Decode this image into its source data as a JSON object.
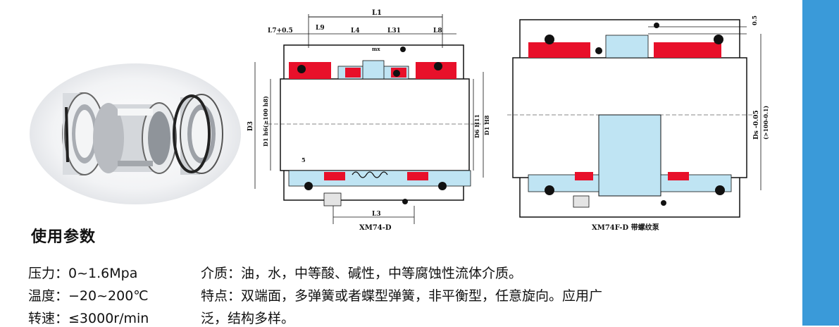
{
  "drawing_left": {
    "caption": "XM74-D",
    "dims": {
      "l1": "L1",
      "l7": "L7+0.5",
      "l9": "L9",
      "l4": "L4",
      "l31": "L31",
      "l8": "L8",
      "l3": "L3",
      "s5": "5",
      "mx": "mx",
      "d3": "D3",
      "d1h6": "D1 h6(≥100 h8)",
      "d6h11": "D6 H11",
      "d1h8": "D1 H8"
    }
  },
  "drawing_right": {
    "caption": "XM74F-D 带螺纹泵",
    "dims": {
      "tol05": "0.5",
      "ds": "Ds -0.05",
      "ds_alt": "(>100-0.1)"
    }
  },
  "heading": "使用参数",
  "params_left": [
    {
      "label": "压力：",
      "value": "0~1.6Mpa"
    },
    {
      "label": "温度：",
      "value": "−20~200℃"
    },
    {
      "label": "转速：",
      "value": "≤3000r/min"
    }
  ],
  "params_right": [
    "介质：油，水，中等酸、碱性，中等腐蚀性流体介质。",
    "特点：双端面，多弹簧或者蝶型弹簧，非平衡型，任意旋向。应用广",
    "泛，结构多样。"
  ],
  "colors": {
    "accent_bar": "#3a9ad9",
    "seal_red": "#e8102a",
    "hatch_blue": "#bfe4f3"
  }
}
